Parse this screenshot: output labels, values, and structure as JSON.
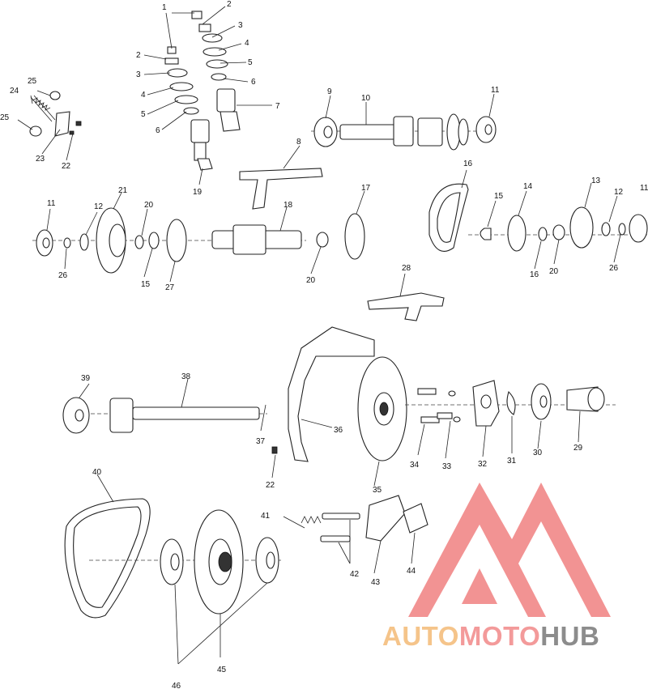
{
  "colors": {
    "line": "#222222",
    "watermark_red": "#f08080",
    "watermark_orange": "#f5c48a",
    "watermark_gray": "#8c8c8c"
  },
  "callouts": [
    "1",
    "2",
    "3",
    "4",
    "5",
    "6",
    "7",
    "2",
    "3",
    "4",
    "5",
    "6",
    "24",
    "25",
    "25",
    "23",
    "22",
    "9",
    "10",
    "11",
    "8",
    "19",
    "11",
    "12",
    "21",
    "20",
    "26",
    "15",
    "27",
    "18",
    "20",
    "17",
    "16",
    "15",
    "14",
    "13",
    "12",
    "11",
    "16",
    "20",
    "26",
    "28",
    "39",
    "38",
    "37",
    "36",
    "22",
    "34",
    "33",
    "32",
    "31",
    "30",
    "29",
    "35",
    "40",
    "41",
    "42",
    "43",
    "44",
    "45",
    "46"
  ],
  "watermark": {
    "part1": "AUTO",
    "part2": "MOTO",
    "part3": "HUB"
  }
}
